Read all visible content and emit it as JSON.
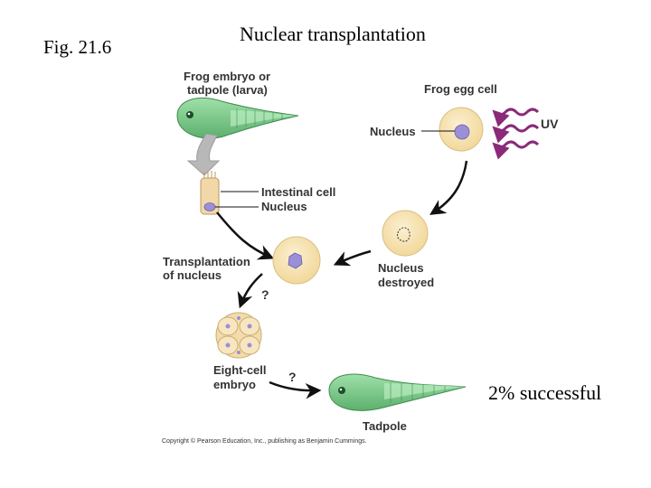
{
  "slide": {
    "fig_label": "Fig. 21.6",
    "title": "Nuclear transplantation",
    "success_note": "2% successful"
  },
  "diagram": {
    "labels": {
      "frog_embryo_line1": "Frog embryo or",
      "frog_embryo_line2": "tadpole (larva)",
      "frog_egg_cell": "Frog egg cell",
      "nucleus_egg": "Nucleus",
      "uv": "UV",
      "intestinal_cell": "Intestinal cell",
      "nucleus_intestinal": "Nucleus",
      "transplant_line1": "Transplantation",
      "transplant_line2": "of nucleus",
      "nucleus_destroyed_line1": "Nucleus",
      "nucleus_destroyed_line2": "destroyed",
      "question_1": "?",
      "eight_cell_line1": "Eight-cell",
      "eight_cell_line2": "embryo",
      "question_2": "?",
      "tadpole": "Tadpole",
      "copyright": "Copyright © Pearson Education, Inc., publishing as Benjamin Cummings."
    },
    "colors": {
      "tadpole_green": "#7ccf8a",
      "tadpole_stripe": "#4a9e5c",
      "egg_fill": "#f6e2b0",
      "nucleus_purple": "#9b8fd6",
      "uv_wave": "#8a2a78",
      "arrow": "#111111",
      "gray_arrow": "#b8b8b8"
    }
  }
}
